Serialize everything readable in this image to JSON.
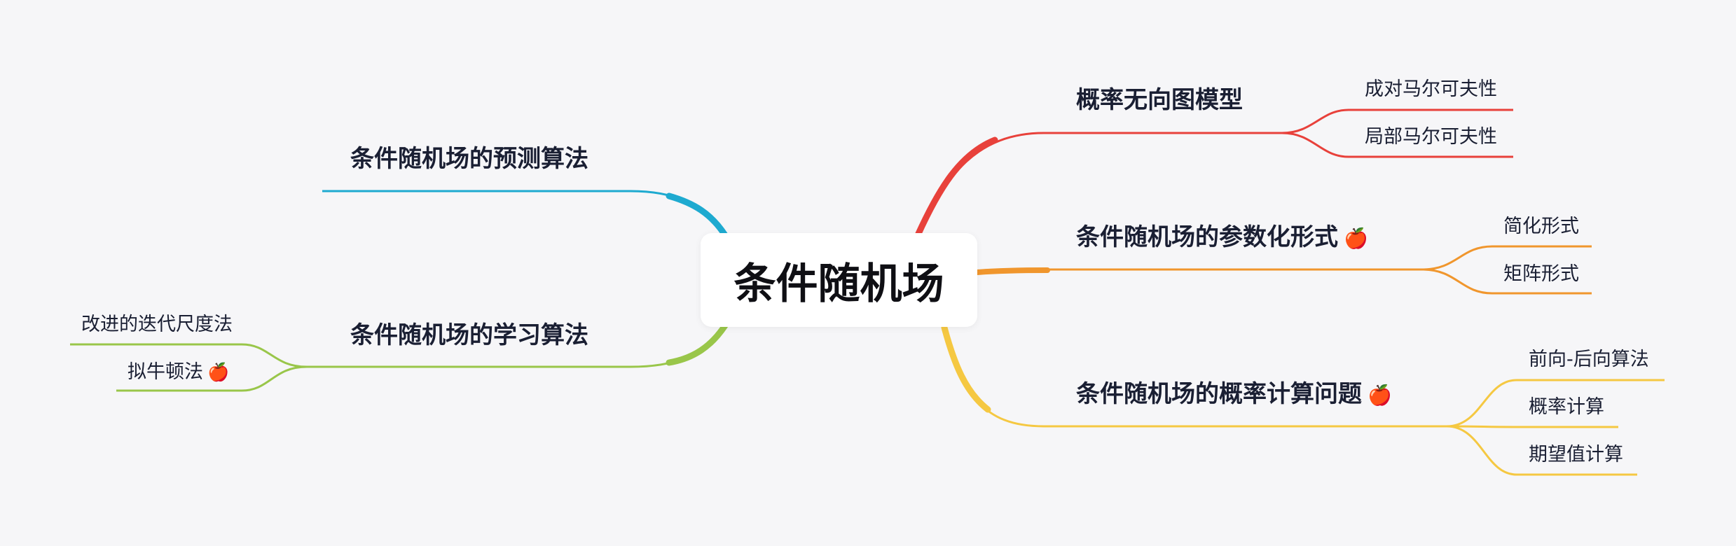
{
  "root": {
    "label": "条件随机场"
  },
  "branches": {
    "b1": {
      "label": "概率无向图模型",
      "color": "#e8413b",
      "children": [
        "成对马尔可夫性",
        "局部马尔可夫性"
      ]
    },
    "b2": {
      "label": "条件随机场的参数化形式",
      "color": "#f0962d",
      "children": [
        "简化形式",
        "矩阵形式"
      ]
    },
    "b3": {
      "label": "条件随机场的概率计算问题",
      "color": "#f5c842",
      "children": [
        "前向-后向算法",
        "概率计算",
        "期望值计算"
      ]
    },
    "b4": {
      "label": "条件随机场的预测算法",
      "color": "#1eaad0",
      "children": []
    },
    "b5": {
      "label": "条件随机场的学习算法",
      "color": "#99c64a",
      "children": [
        "改进的迭代尺度法",
        "拟牛顿法"
      ]
    }
  },
  "markers": {
    "apple": "🍎"
  }
}
